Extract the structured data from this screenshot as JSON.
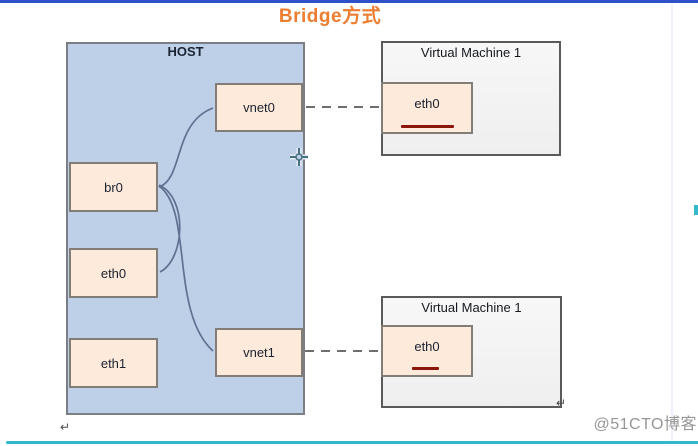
{
  "title": {
    "text": "Bridge方式"
  },
  "host": {
    "label": "HOST",
    "nodes": [
      {
        "id": "br0",
        "label": "br0"
      },
      {
        "id": "eth0",
        "label": "eth0"
      },
      {
        "id": "eth1",
        "label": "eth1"
      },
      {
        "id": "vnet0",
        "label": "vnet0"
      },
      {
        "id": "vnet1",
        "label": "vnet1"
      }
    ],
    "connections": [
      {
        "from": "br0",
        "to": "vnet0",
        "style": "curve"
      },
      {
        "from": "br0",
        "to": "eth0",
        "style": "curve"
      },
      {
        "from": "br0",
        "to": "vnet1",
        "style": "curve"
      }
    ]
  },
  "vms": [
    {
      "label": "Virtual Machine 1",
      "nic": {
        "label": "eth0"
      },
      "linked_to": "vnet0",
      "link_style": "dashed"
    },
    {
      "label": "Virtual Machine 1",
      "nic": {
        "label": "eth0"
      },
      "linked_to": "vnet1",
      "link_style": "dashed"
    }
  ],
  "marks": {
    "paragraph_return": "↵"
  },
  "watermark": {
    "text": "@51CTO博客"
  },
  "colors": {
    "title": "#ed7d31",
    "host_fill": "#bdd0e8",
    "node_fill": "#fdeada",
    "node_border": "#837d77",
    "vm_fill": "#f3f3f3",
    "vm_border": "#5a5a5a",
    "connector": "#5f7191",
    "dashed_link": "#6e6e6e",
    "red_underline": "#8b1509",
    "top_rule": "#2e50c8",
    "bottom_rule": "#30b7cc"
  }
}
